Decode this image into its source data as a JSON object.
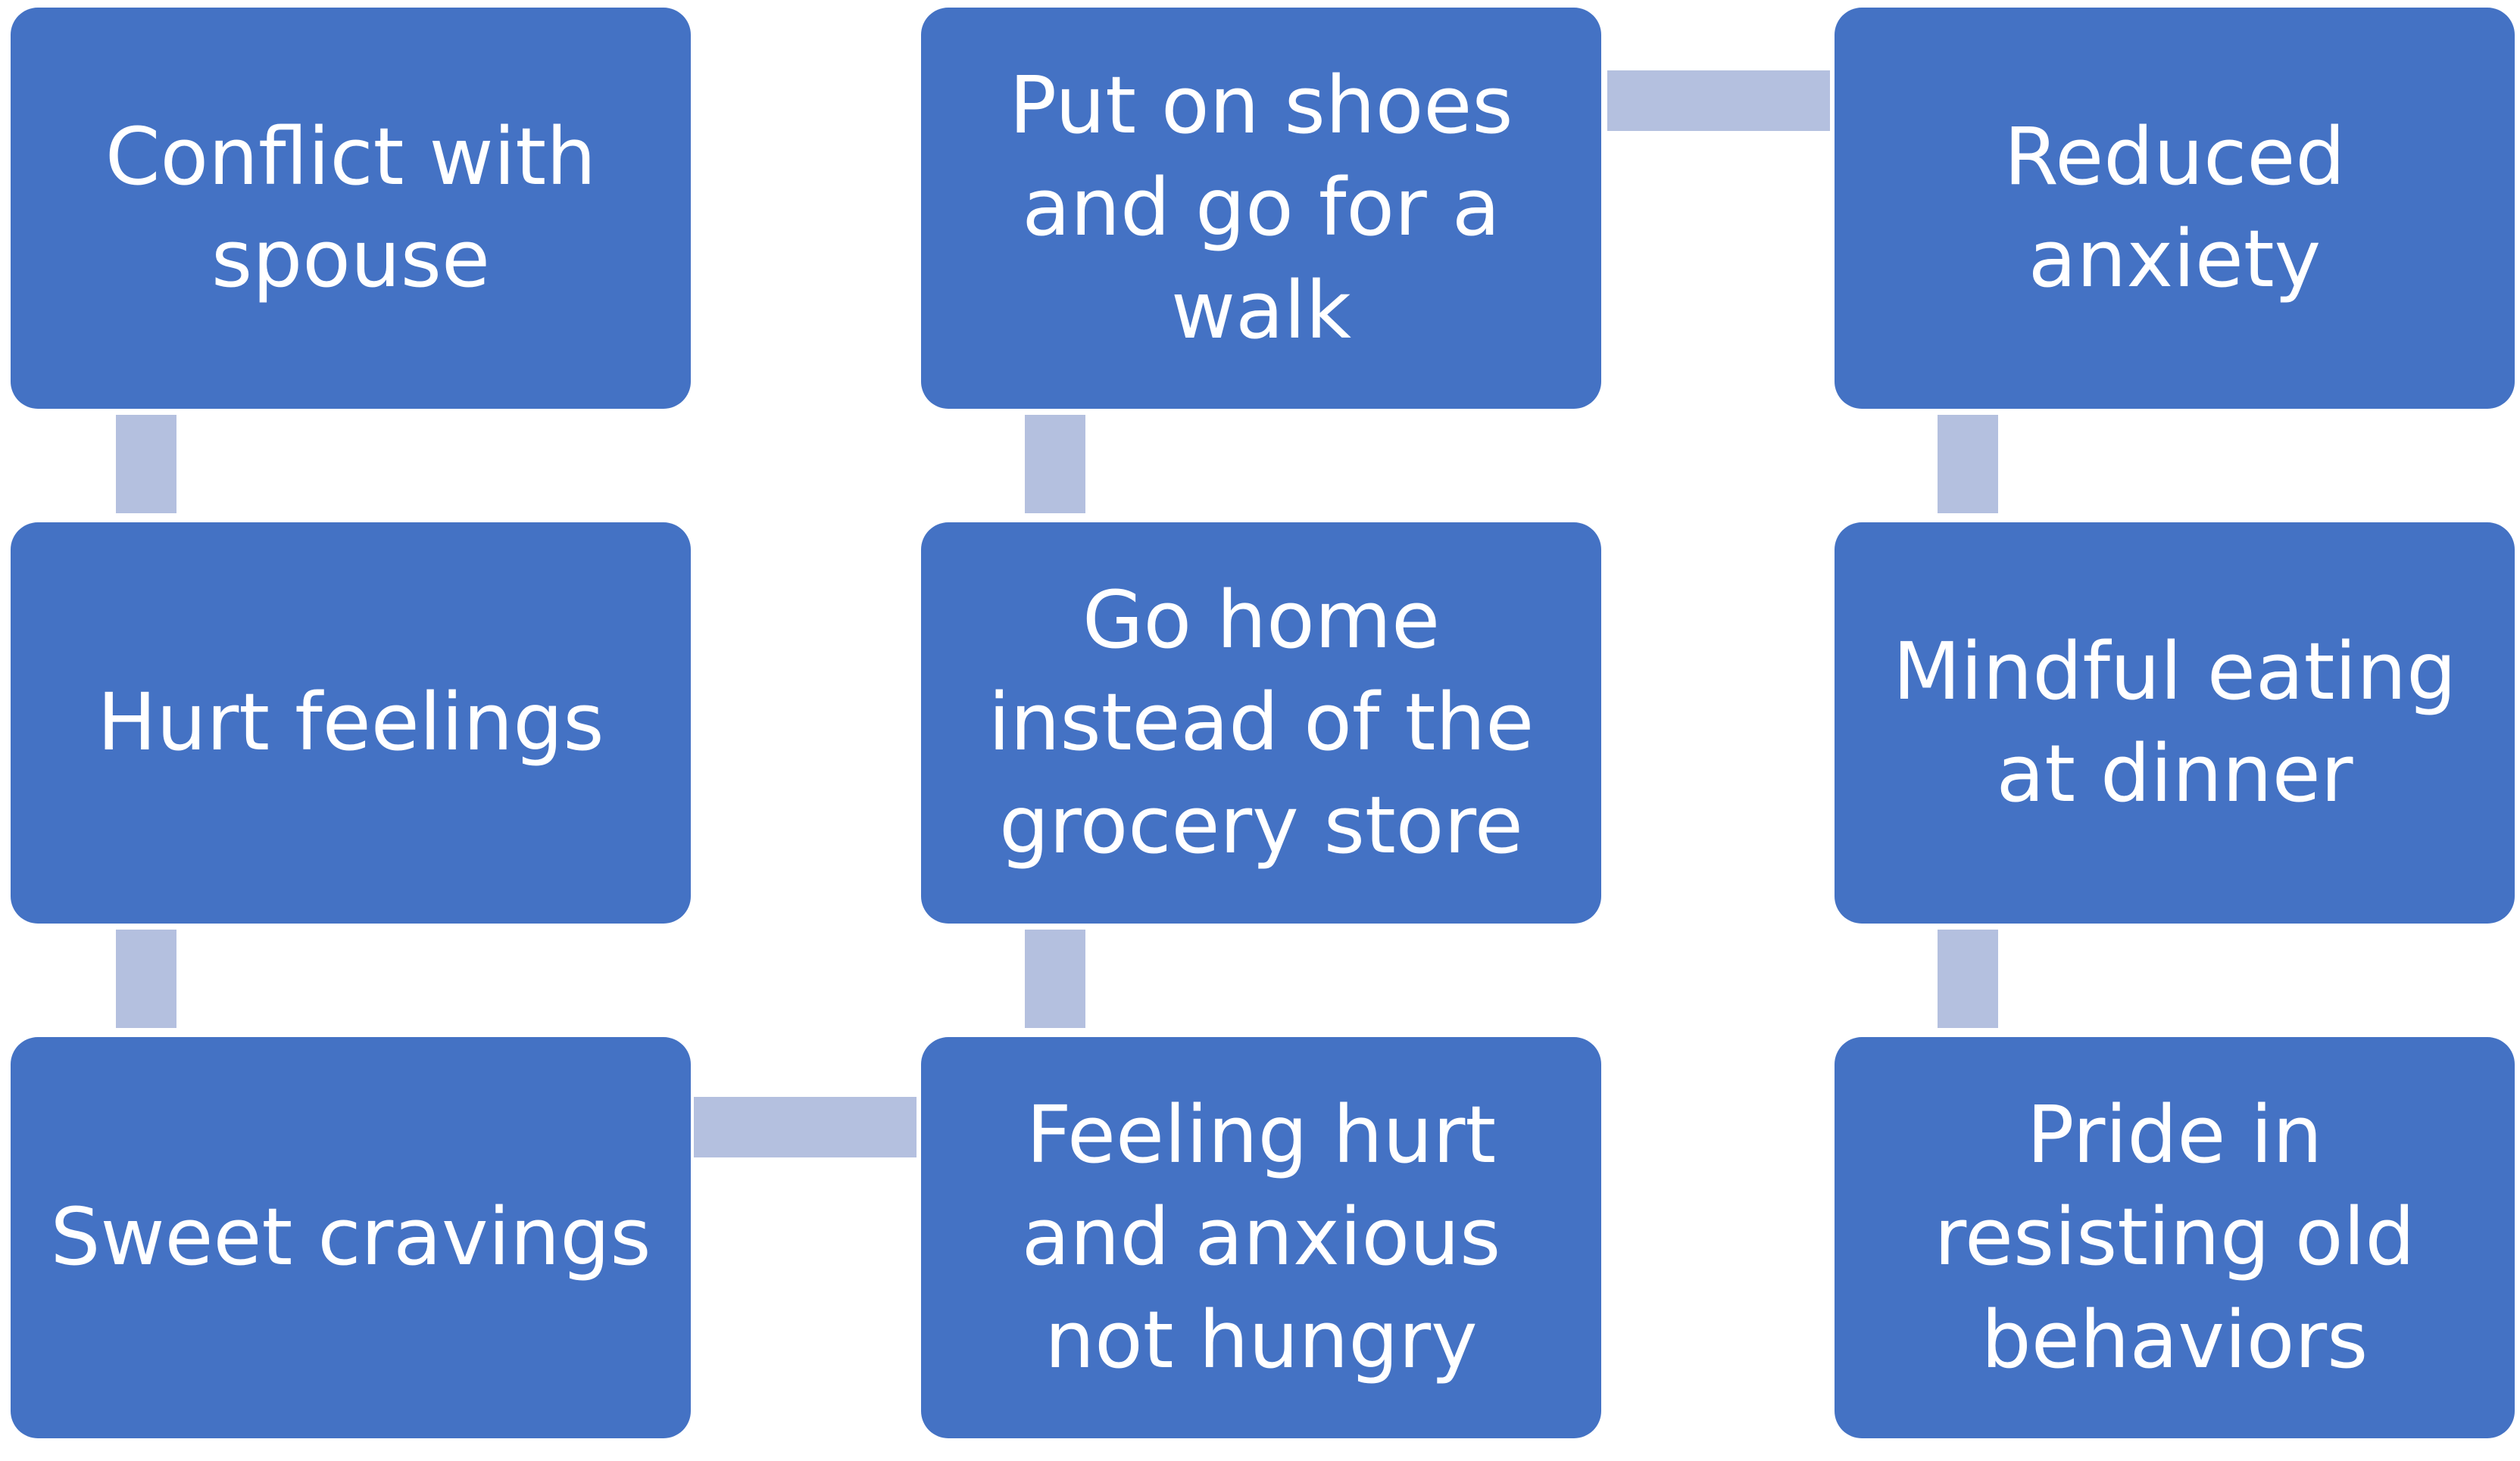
{
  "colors": {
    "box_fill": "#4472C4",
    "connector": "#B4C0DF",
    "text": "#FFFFFF",
    "background": "#FFFFFF"
  },
  "boxes": {
    "conflict": "Conflict with spouse",
    "hurt_feelings": "Hurt feelings",
    "sweet_cravings": "Sweet cravings",
    "feeling_hurt": "Feeling hurt and anxious not hungry",
    "go_home": "Go home instead of the grocery store",
    "walk": "Put on shoes and go for a walk",
    "reduced_anxiety": "Reduced anxiety",
    "mindful_eating": "Mindful eating at dinner",
    "pride": "Pride in resisting old behaviors"
  }
}
